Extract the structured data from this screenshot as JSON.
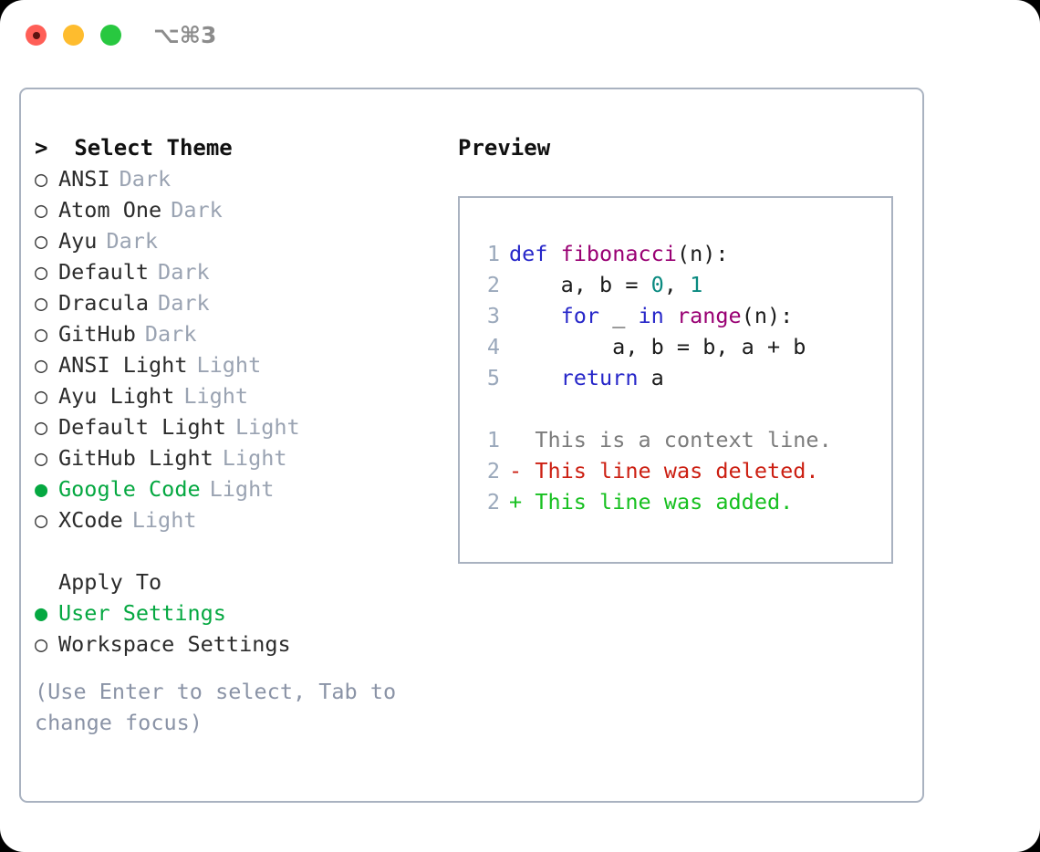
{
  "window": {
    "shortcut": "⌥⌘3",
    "traffic_lights": [
      "close-red",
      "minimize-yellow",
      "maximize-green"
    ]
  },
  "colors": {
    "selected_green": "#05a841",
    "muted_grey": "#9aa3b2",
    "hint_grey": "#8a93a6",
    "border": "#a9b2c0",
    "keyword_blue": "#2727c9",
    "function_purple": "#990073",
    "number_teal": "#0a8a80",
    "diff_deleted": "#cc1f12",
    "diff_added": "#17c020",
    "diff_context": "#7c7c7c",
    "line_number": "#9aa8bb"
  },
  "theme_picker": {
    "title": "Select Theme",
    "title_prefix": ">",
    "bullet_unselected": "○",
    "bullet_selected": "●",
    "items": [
      {
        "name": "ANSI",
        "category": "Dark",
        "selected": false
      },
      {
        "name": "Atom One",
        "category": "Dark",
        "selected": false
      },
      {
        "name": "Ayu",
        "category": "Dark",
        "selected": false
      },
      {
        "name": "Default",
        "category": "Dark",
        "selected": false
      },
      {
        "name": "Dracula",
        "category": "Dark",
        "selected": false
      },
      {
        "name": "GitHub",
        "category": "Dark",
        "selected": false
      },
      {
        "name": "ANSI Light",
        "category": "Light",
        "selected": false
      },
      {
        "name": "Ayu Light",
        "category": "Light",
        "selected": false
      },
      {
        "name": "Default Light",
        "category": "Light",
        "selected": false
      },
      {
        "name": "GitHub Light",
        "category": "Light",
        "selected": false
      },
      {
        "name": "Google Code",
        "category": "Light",
        "selected": true
      },
      {
        "name": "XCode",
        "category": "Light",
        "selected": false
      }
    ]
  },
  "apply_to": {
    "title": "Apply To",
    "items": [
      {
        "name": "User Settings",
        "selected": true
      },
      {
        "name": "Workspace Settings",
        "selected": false
      }
    ]
  },
  "hint": "(Use Enter to select, Tab to change focus)",
  "preview": {
    "title": "Preview",
    "code_lines": [
      {
        "number": "1",
        "tokens": [
          {
            "t": "def",
            "c": "kw"
          },
          {
            "t": " ",
            "c": "pl"
          },
          {
            "t": "fibonacci",
            "c": "fn"
          },
          {
            "t": "(n):",
            "c": "pl"
          }
        ]
      },
      {
        "number": "2",
        "tokens": [
          {
            "t": "    a, b = ",
            "c": "pl"
          },
          {
            "t": "0",
            "c": "num"
          },
          {
            "t": ", ",
            "c": "pl"
          },
          {
            "t": "1",
            "c": "num"
          }
        ]
      },
      {
        "number": "3",
        "tokens": [
          {
            "t": "    ",
            "c": "pl"
          },
          {
            "t": "for",
            "c": "kw"
          },
          {
            "t": " _ ",
            "c": "pl"
          },
          {
            "t": "in",
            "c": "kw"
          },
          {
            "t": " ",
            "c": "pl"
          },
          {
            "t": "range",
            "c": "fn"
          },
          {
            "t": "(n):",
            "c": "pl"
          }
        ]
      },
      {
        "number": "4",
        "tokens": [
          {
            "t": "        a, b = b, a + b",
            "c": "pl"
          }
        ]
      },
      {
        "number": "5",
        "tokens": [
          {
            "t": "    ",
            "c": "pl"
          },
          {
            "t": "return",
            "c": "kw"
          },
          {
            "t": " a",
            "c": "pl"
          }
        ]
      }
    ],
    "diff_lines": [
      {
        "number": "1",
        "marker": " ",
        "text": "This is a context line.",
        "kind": "ctx"
      },
      {
        "number": "2",
        "marker": "-",
        "text": "This line was deleted.",
        "kind": "del"
      },
      {
        "number": "2",
        "marker": "+",
        "text": "This line was added.",
        "kind": "add"
      }
    ]
  }
}
